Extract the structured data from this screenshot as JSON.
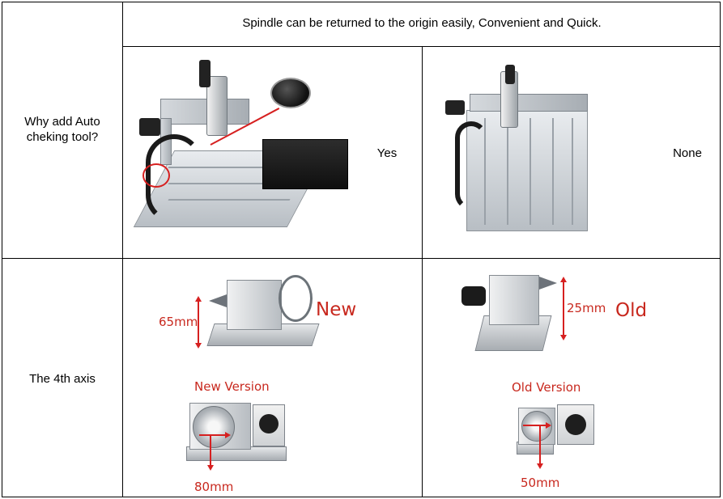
{
  "header": {
    "caption": "Spindle can be returned to the origin easily, Convenient and Quick."
  },
  "rows": [
    {
      "label": "Why add Auto cheking tool?",
      "options": [
        {
          "verdict": "Yes"
        },
        {
          "verdict": "None"
        }
      ]
    },
    {
      "label": "The 4th axis",
      "options": [
        {
          "tag": "New",
          "dimension_top": "65mm",
          "version": "New Version",
          "dimension_bottom": "80mm"
        },
        {
          "tag": "Old",
          "dimension_top": "25mm",
          "version": "Old Version",
          "dimension_bottom": "50mm"
        }
      ]
    }
  ],
  "colors": {
    "annotation_red": "#c8281e",
    "grid_line": "#000000"
  }
}
